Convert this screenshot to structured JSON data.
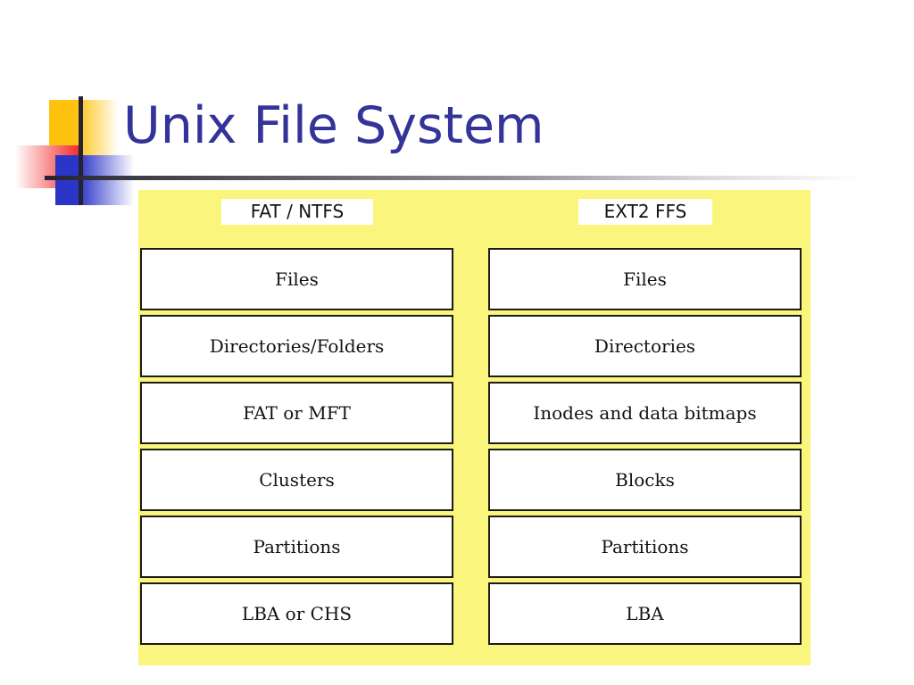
{
  "slide": {
    "title": "Unix File System",
    "title_color": "#333399",
    "panel_color": "#FAF57C"
  },
  "decoration": {
    "yellow_square": "yellow-gradient-square",
    "red_square": "red-gradient-square",
    "blue_square": "blue-gradient-square",
    "vertical_bar": "vertical-dark-bar",
    "horizontal_rule": "horizontal-fading-rule"
  },
  "diagram": {
    "headers": [
      {
        "label": "FAT / NTFS"
      },
      {
        "label": "EXT2 FFS"
      }
    ],
    "columns": [
      {
        "name": "FAT / NTFS",
        "cells": [
          "Files",
          "Directories/Folders",
          "FAT or MFT",
          "Clusters",
          "Partitions",
          "LBA or CHS"
        ]
      },
      {
        "name": "EXT2 FFS",
        "cells": [
          "Files",
          "Directories",
          "Inodes and data bitmaps",
          "Blocks",
          "Partitions",
          "LBA"
        ]
      }
    ]
  }
}
